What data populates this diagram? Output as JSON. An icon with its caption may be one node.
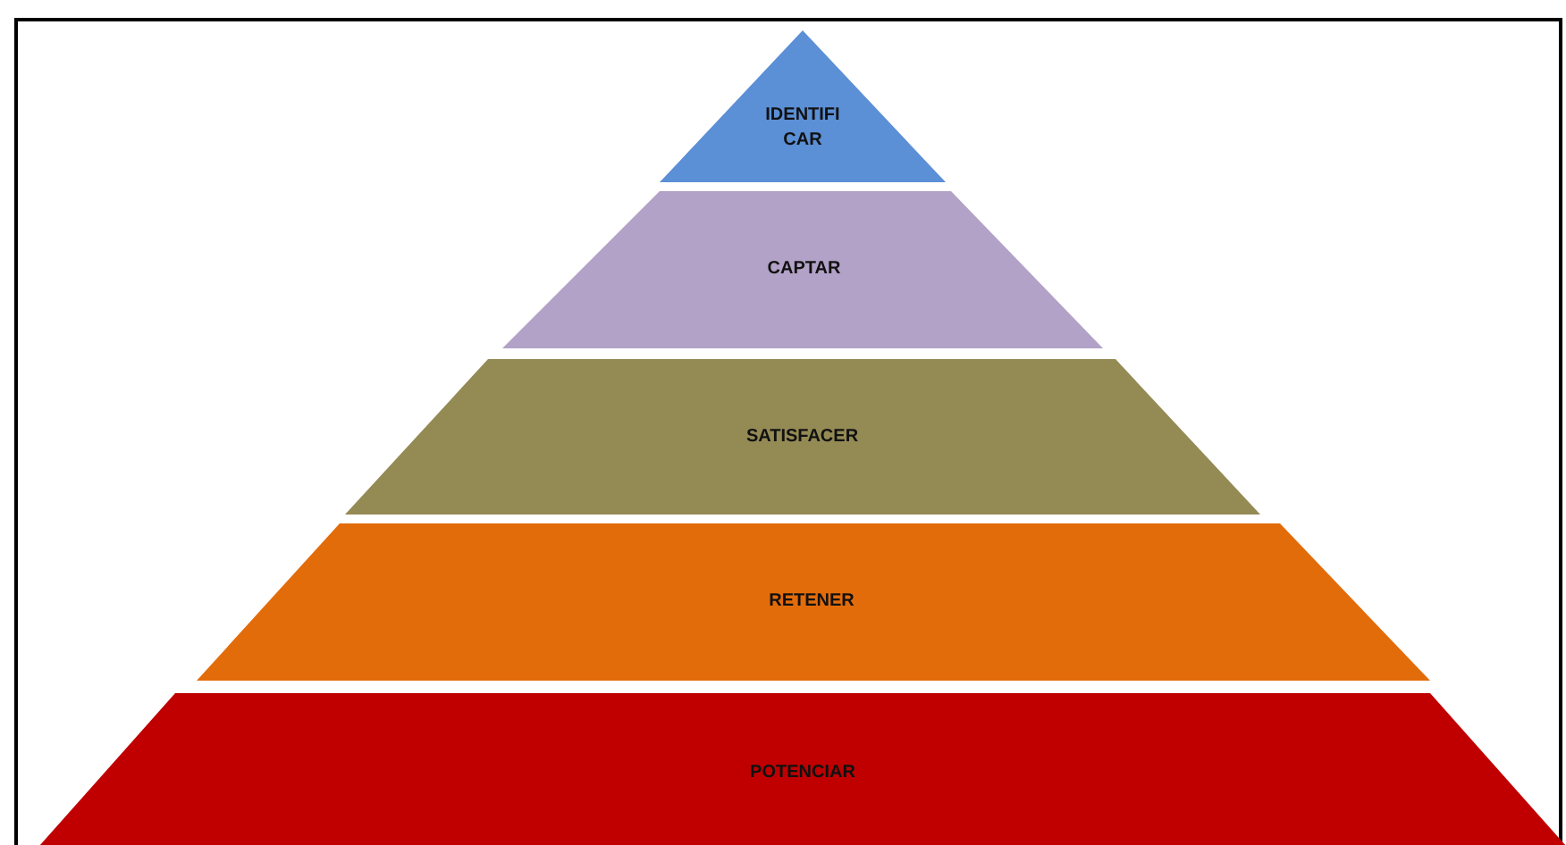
{
  "diagram": {
    "nodes": [
      {
        "text": [
          "IDENTIFI CAR"
        ]
      },
      {
        "text": [
          "CAPTAR"
        ]
      },
      {
        "text": [
          "SATISFACER"
        ]
      },
      {
        "text": [
          "RETENER"
        ]
      },
      {
        "text": [
          "POTENCIAR"
        ]
      }
    ]
  }
}
